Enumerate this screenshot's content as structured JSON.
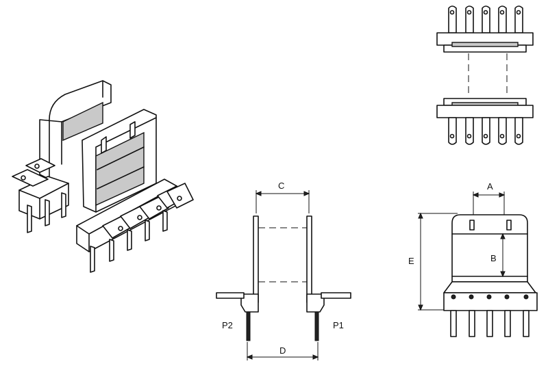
{
  "labels": {
    "A": "A",
    "B": "B",
    "C": "C",
    "D": "D",
    "E": "E",
    "P2": "P2",
    "P1": "P1"
  }
}
